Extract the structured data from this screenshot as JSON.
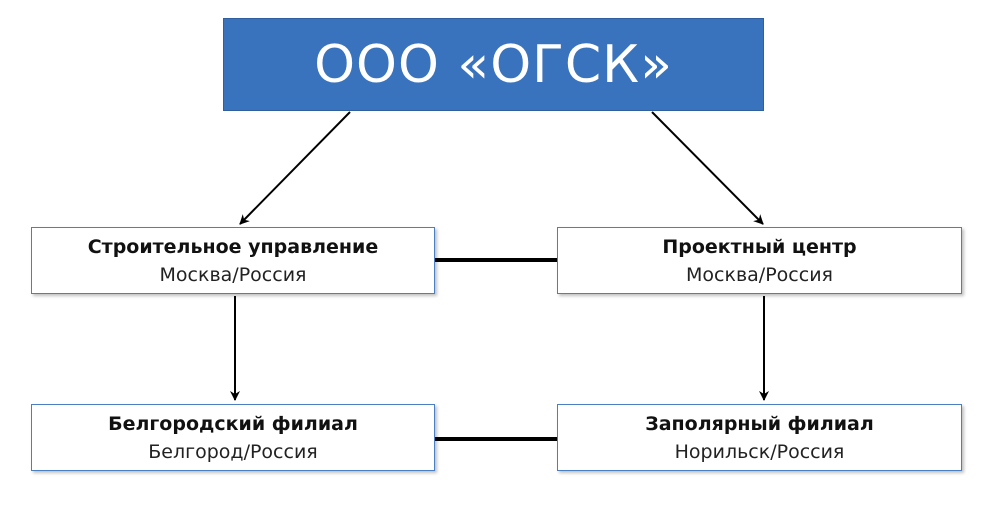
{
  "root": {
    "title": "ООО «ОГСК»"
  },
  "nodes": [
    {
      "name": "Строительное управление",
      "location": "Москва/Россия"
    },
    {
      "name": "Проектный центр",
      "location": "Москва/Россия"
    },
    {
      "name": "Белгородский филиал",
      "location": "Белгород/Россия"
    },
    {
      "name": "Заполярный филиал",
      "location": "Норильск/Россия"
    }
  ],
  "colors": {
    "root_fill": "#3a73bd",
    "box_border": "#4a80c2",
    "connector": "#000000"
  }
}
